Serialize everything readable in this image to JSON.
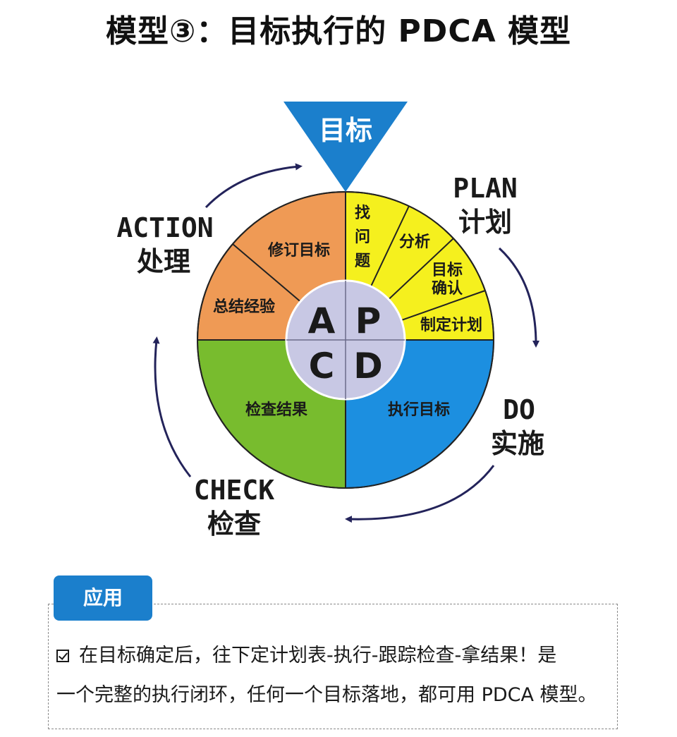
{
  "title": "模型③：目标执行的 PDCA 模型",
  "goal": "目标",
  "hub": [
    "A",
    "P",
    "C",
    "D"
  ],
  "stages": {
    "plan": {
      "en": "PLAN",
      "cn": "计划"
    },
    "do": {
      "en": "DO",
      "cn": "实施"
    },
    "check": {
      "en": "CHECK",
      "cn": "检查"
    },
    "action": {
      "en": "ACTION",
      "cn": "处理"
    }
  },
  "segments": {
    "plan_1": [
      "找",
      "问",
      "题"
    ],
    "plan_2": "分析",
    "plan_3": [
      "目标",
      "确认"
    ],
    "plan_4": "制定计划",
    "do": "执行目标",
    "check": "检查结果",
    "action_1": "总结经验",
    "action_2": "修订目标"
  },
  "colors": {
    "plan": "#f5f01e",
    "do": "#1c8fe0",
    "check": "#78bc2e",
    "action": "#ef9a55",
    "hub": "#c8c8e4",
    "goal": "#1b7fcc",
    "arrow": "#23235a"
  },
  "application": {
    "tag": "应用",
    "line1": "在目标确定后，往下定计划表-执行-跟踪检查-拿结果！是",
    "line2": "一个完整的执行闭环，任何一个目标落地，都可用 PDCA 模型。"
  }
}
